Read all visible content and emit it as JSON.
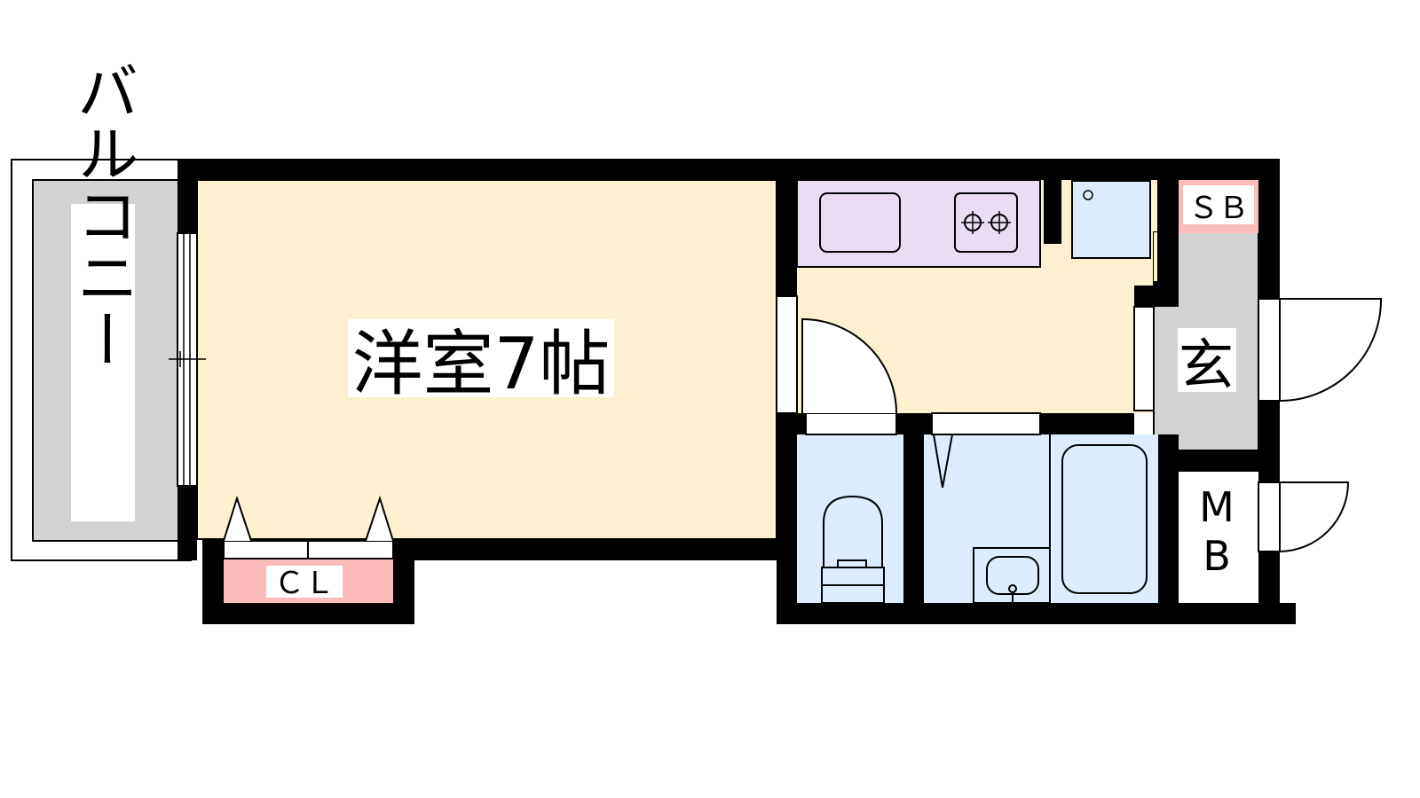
{
  "rooms": {
    "western_room": "洋室7帖",
    "balcony": "バルコニー",
    "closet": "ＣＬ",
    "shoe_box": "ＳＢ",
    "entrance": "玄",
    "meter_box_top": "M",
    "meter_box_bottom": "B"
  },
  "colors": {
    "wall": "#000000",
    "western_room_floor": "#fdf0d0",
    "kitchen_floor": "#fdf0d0",
    "kitchen_counter": "#eadcf2",
    "wet_area": "#dcecfc",
    "balcony": "#d3d3d3",
    "entrance": "#d3d3d3",
    "closet_shoebox": "#fcbcbc"
  }
}
